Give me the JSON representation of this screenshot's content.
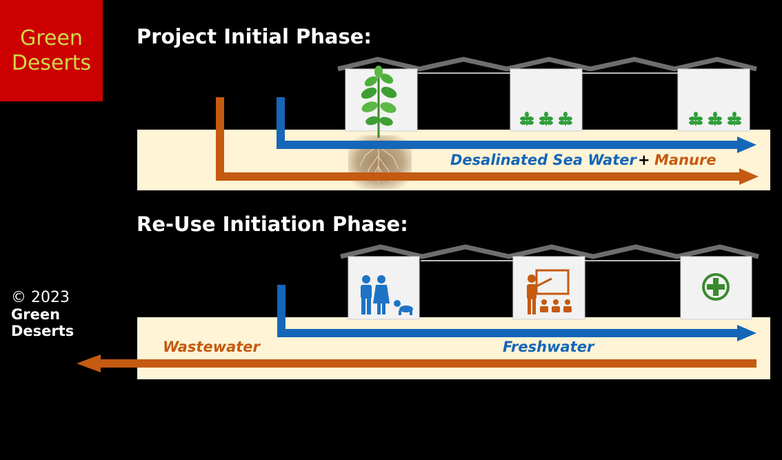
{
  "logo": {
    "line1": "Green",
    "line2": "Deserts"
  },
  "copyright": {
    "year": "© 2023",
    "line1": "Green",
    "line2": "Deserts"
  },
  "phase1": {
    "title": "Project Initial Phase:",
    "water_label": "Desalinated Sea Water",
    "plus": "+",
    "manure_label": "Manure",
    "houses": [
      "tall-plant-icon",
      "seedlings-icon",
      "seedlings-icon"
    ]
  },
  "phase2": {
    "title": "Re-Use Initiation Phase:",
    "wastewater_label": "Wastewater",
    "freshwater_label": "Freshwater",
    "houses": [
      "family-icon",
      "teacher-icon",
      "medical-cross-icon"
    ]
  },
  "colors": {
    "blue": "#1566b8",
    "orange": "#c55a11",
    "ground": "#fff4d6",
    "logo_red": "#cc0000",
    "logo_text": "#cfd84a",
    "roof": "#6e6e6e",
    "plant_green": "#2e9e3a"
  }
}
